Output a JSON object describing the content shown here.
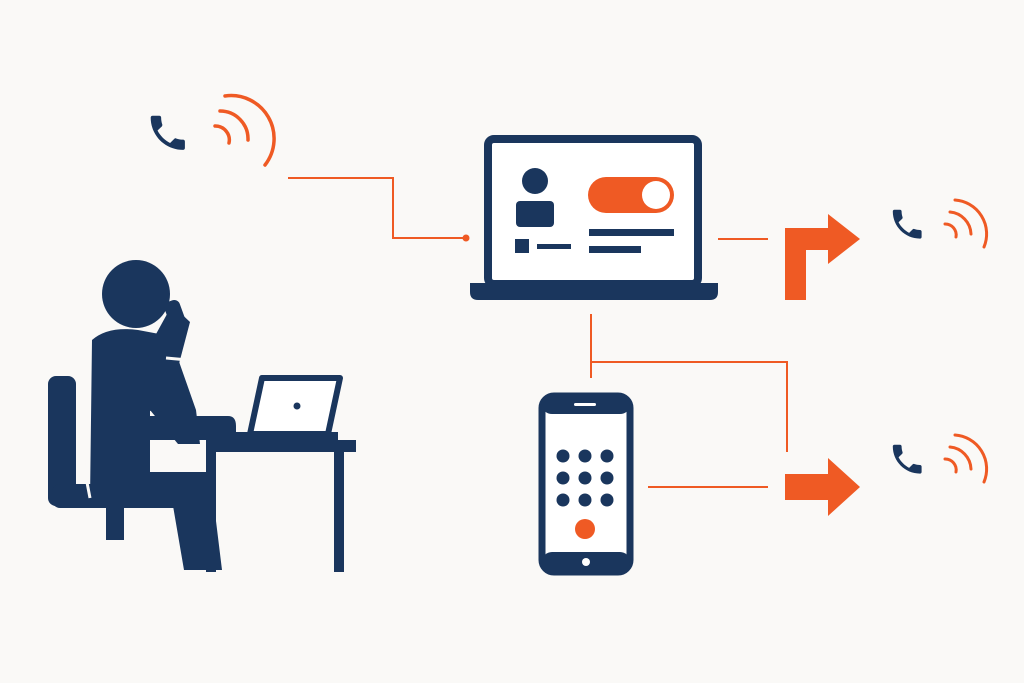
{
  "colors": {
    "background": "#faf9f7",
    "primary": "#1a365d",
    "accent": "#ef5a24",
    "screen_fill": "#ffffff"
  },
  "diagram": {
    "nodes": [
      {
        "id": "incoming-call",
        "icon": "phone-ringing-icon"
      },
      {
        "id": "person-at-desk",
        "icon": "person-on-phone-icon"
      },
      {
        "id": "laptop-dashboard",
        "icon": "laptop-icon"
      },
      {
        "id": "mobile-dialer",
        "icon": "smartphone-keypad-icon"
      },
      {
        "id": "forwarded-call-1",
        "icon": "phone-ringing-icon"
      },
      {
        "id": "forwarded-call-2",
        "icon": "phone-ringing-icon"
      }
    ],
    "edges": [
      {
        "from": "incoming-call",
        "to": "laptop-dashboard"
      },
      {
        "from": "laptop-dashboard",
        "to": "forwarded-call-1"
      },
      {
        "from": "laptop-dashboard",
        "to": "mobile-dialer"
      },
      {
        "from": "laptop-dashboard",
        "to": "forwarded-call-2"
      },
      {
        "from": "mobile-dialer",
        "to": "forwarded-call-2"
      }
    ],
    "dashboard": {
      "toggle_state": "on"
    }
  }
}
